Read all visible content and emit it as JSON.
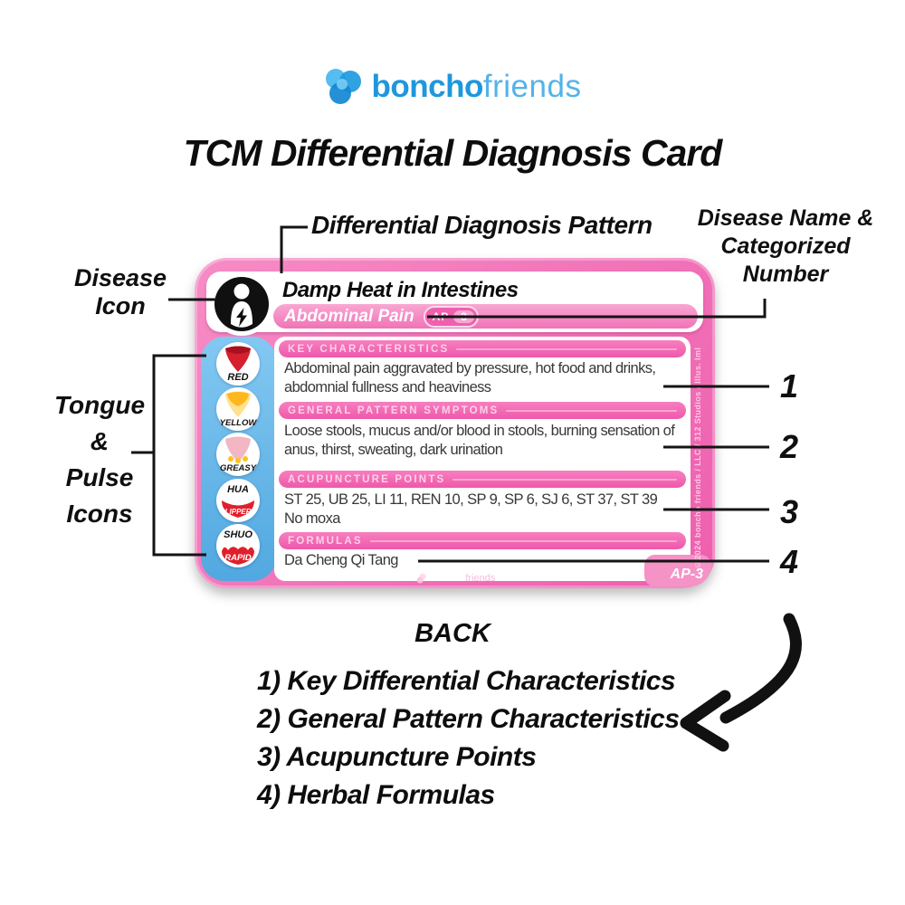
{
  "brand": {
    "bold": "boncho",
    "light": "friends"
  },
  "page_title": "TCM Differential Diagnosis Card",
  "annotations": {
    "pattern_label": "Differential Diagnosis Pattern",
    "disease_name_lines": [
      "Disease Name &",
      "Categorized",
      "Number"
    ],
    "disease_icon_lines": [
      "Disease",
      "Icon"
    ],
    "tongue_pulse_lines": [
      "Tongue",
      "&",
      "Pulse",
      "Icons"
    ],
    "callout_numbers": [
      "1",
      "2",
      "3",
      "4"
    ]
  },
  "card": {
    "pattern_title": "Damp Heat in Intestines",
    "disease_name": "Abdominal Pain",
    "badge": {
      "code": "AP",
      "number": "3"
    },
    "corner_code": "AP-3",
    "copyright_vertical": "©2024 boncho friends / LLC / 312 Studios / Illus. Iml",
    "footer_brand": {
      "bold": "boncho",
      "light": "friends"
    },
    "tongue_pulse_icons": [
      {
        "icon": "red-tongue-icon",
        "label": "RED"
      },
      {
        "icon": "yellow-tongue-icon",
        "label": "YELLOW"
      },
      {
        "icon": "greasy-tongue-icon",
        "label": "GREASY"
      },
      {
        "icon": "slippery-pulse-icon",
        "pinyin": "HUA",
        "label": "SLIPPERY"
      },
      {
        "icon": "rapid-pulse-icon",
        "pinyin": "SHUO",
        "label": "RAPID"
      }
    ],
    "sections": [
      {
        "header": "KEY CHARACTERISTICS",
        "body": "Abdominal pain aggravated by pressure, hot food and drinks, abdomnial fullness and heaviness"
      },
      {
        "header": "GENERAL PATTERN SYMPTOMS",
        "body": "Loose stools, mucus and/or blood in stools, burning sensation of anus, thirst, sweating, dark urination"
      },
      {
        "header": "ACUPUNCTURE POINTS",
        "body": "ST 25, UB 25, LI 11, REN 10, SP 9, SP 6, SJ 6, ST 37, ST 39",
        "body_line2": "No moxa"
      },
      {
        "header": "FORMULAS",
        "body": "Da Cheng Qi Tang"
      }
    ]
  },
  "back": {
    "title": "BACK",
    "items": [
      "1) Key Differential Characteristics",
      "2) General Pattern Characteristics",
      "3) Acupuncture Points",
      "4) Herbal Formulas"
    ]
  },
  "colors": {
    "brand_blue": "#1f97dd",
    "card_pink": "#f06ab4",
    "section_header_pink": "#ef58ab",
    "column_blue": "#6cbcec",
    "tongue_red": "#d6202f",
    "tongue_yellow": "#ffb71e",
    "tongue_greasy_pink": "#f3b6c3",
    "pulse_red": "#e11f2c"
  }
}
